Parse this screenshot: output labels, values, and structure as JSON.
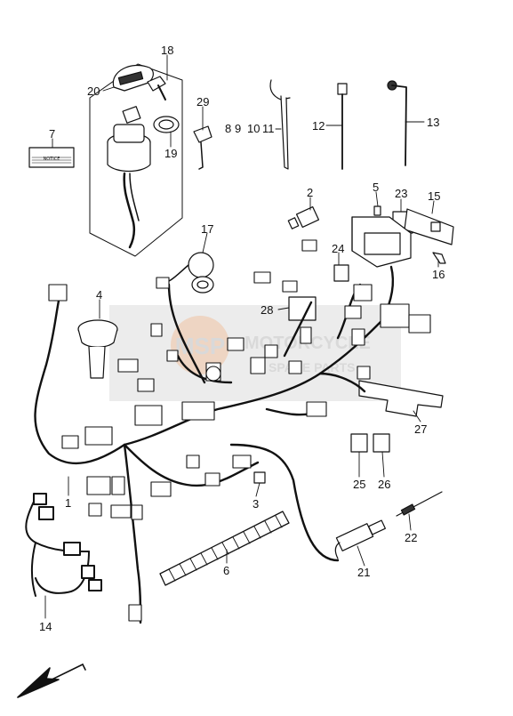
{
  "diagram": {
    "notice_label": "NOTICE",
    "watermark": {
      "brand": "MOTORCYCLE",
      "subtitle": "SPARE PARTS",
      "badge": "MSP"
    },
    "callouts": {
      "n18": "18",
      "n20": "20",
      "n29": "29",
      "n19": "19",
      "n7": "7",
      "n8": "8",
      "n9": "9",
      "n10": "10",
      "n11": "11",
      "n12": "12",
      "n13": "13",
      "n2": "2",
      "n5": "5",
      "n23": "23",
      "n15": "15",
      "n17": "17",
      "n24": "24",
      "n16": "16",
      "n4": "4",
      "n28": "28",
      "n27": "27",
      "n25": "25",
      "n26": "26",
      "n1": "1",
      "n3": "3",
      "n22": "22",
      "n6": "6",
      "n21": "21",
      "n14": "14"
    }
  }
}
